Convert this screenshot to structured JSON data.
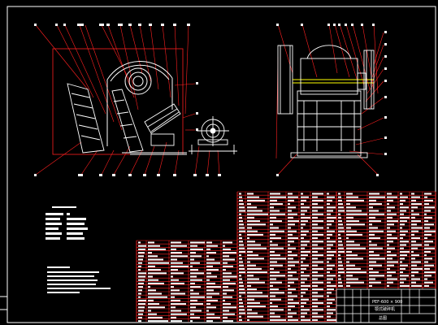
{
  "drawing": {
    "background": "#000000",
    "frame_color": "#ffffff",
    "leader_color": "#ff2020",
    "part_color": "#ffffff",
    "highlight_color": "#ffff00",
    "table_line_color": "#ff2020",
    "table_text_color": "#ffffff",
    "title_block": {
      "model_label": "PEF-600 × 900",
      "name_label": "颚式破碎机",
      "sheet_label": "总图"
    }
  }
}
